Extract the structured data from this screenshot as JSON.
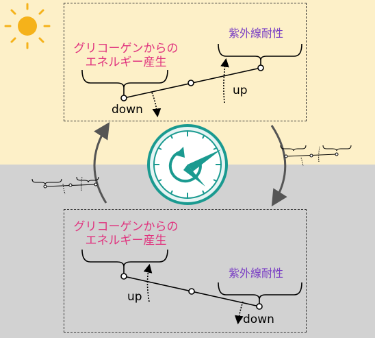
{
  "day_panel": {
    "glycogen_line1": "グリコーゲンからの",
    "glycogen_line2": "エネルギー産生",
    "uv_label": "紫外線耐性",
    "arrow_down_label": "down",
    "arrow_up_label": "up"
  },
  "night_panel": {
    "glycogen_line1": "グリコーゲンからの",
    "glycogen_line2": "エネルギー産生",
    "uv_label": "紫外線耐性",
    "arrow_up_label": "up",
    "arrow_down_label": "down"
  },
  "colors": {
    "day_background": "#fdf0c8",
    "night_background": "#d2d2d2",
    "glycogen_text": "#e0337e",
    "uv_text": "#7a3fc4",
    "clock": "#1a9a90",
    "sun": "#f5b21a",
    "moon": "#ffffff"
  },
  "icons": {
    "sun": "sun-icon",
    "moon": "moon-icon",
    "clock": "clock-icon"
  }
}
